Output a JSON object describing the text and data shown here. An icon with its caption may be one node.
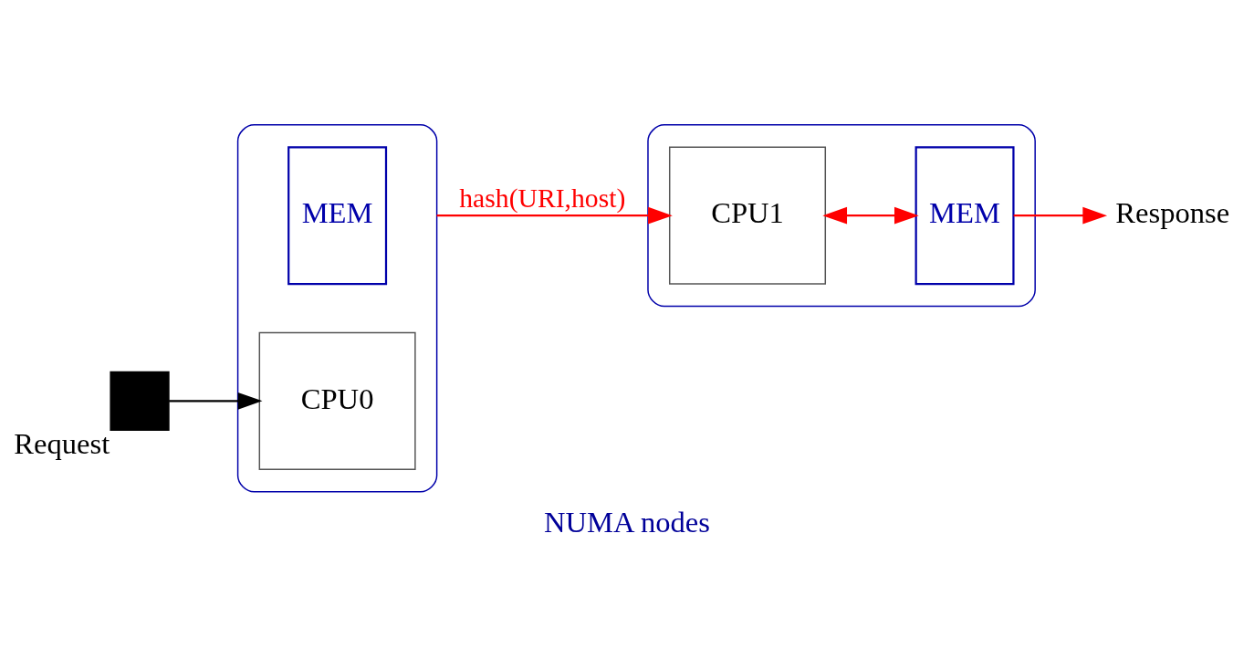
{
  "diagram": {
    "caption": "NUMA nodes",
    "nodes": [
      {
        "text": [
          "Request"
        ]
      },
      {
        "text": [],
        "shape": "box"
      },
      {
        "text": [
          "MEM"
        ],
        "in": 1
      },
      {
        "text": [
          "CPU0"
        ],
        "in": 1
      },
      {
        "text": [],
        "shape": "box"
      },
      {
        "text": [
          "CPU1"
        ],
        "in": 4
      },
      {
        "text": [
          "MEM"
        ],
        "in": 4
      },
      {
        "text": [
          "Response"
        ]
      }
    ],
    "edges": [
      {
        "from": 0,
        "to": 3,
        "arrow": "to",
        "color": "#000000"
      },
      {
        "from": 1,
        "to": 5,
        "arrow": "to",
        "label": "hash(URI,host)",
        "color": "#ff0000"
      },
      {
        "from": 5,
        "to": 6,
        "arrow": "both",
        "color": "#ff0000"
      },
      {
        "from": 6,
        "to": 7,
        "arrow": "to",
        "color": "#ff0000"
      }
    ]
  }
}
